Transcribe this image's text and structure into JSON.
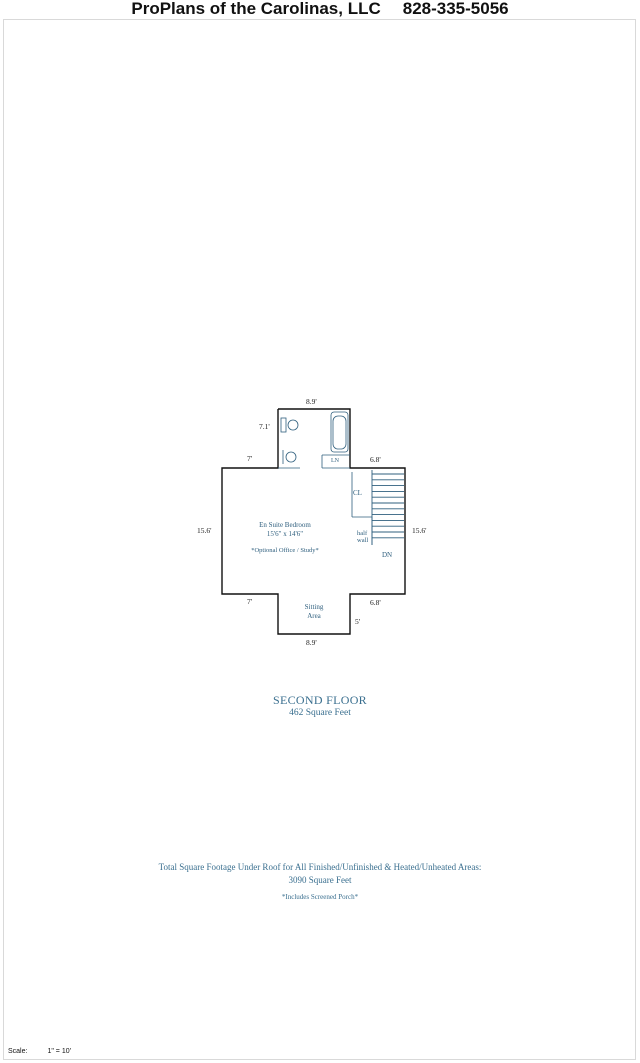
{
  "header": {
    "company": "ProPlans of the Carolinas, LLC",
    "phone": "828-335-5056"
  },
  "plan": {
    "dims": {
      "top": "8.9'",
      "bath_side": "7.1'",
      "left_top": "7'",
      "right_top": "6.8'",
      "left": "15.6'",
      "right": "15.6'",
      "left_bottom": "7'",
      "right_bottom": "6.8'",
      "bottom_side": "5'",
      "bottom": "8.9'"
    },
    "labels": {
      "linen": "LN",
      "closet": "CL",
      "bedroom_name": "En Suite Bedroom",
      "bedroom_size": "15'6\" x 14'6\"",
      "optional": "*Optional Office / Study*",
      "half_wall_1": "half",
      "half_wall_2": "wall",
      "down": "DN",
      "sitting_1": "Sitting",
      "sitting_2": "Area"
    }
  },
  "floor": {
    "name": "SECOND FLOOR",
    "area": "462 Square Feet"
  },
  "totals": {
    "line1": "Total Square Footage Under Roof for All Finished/Unfinished & Heated/Unheated Areas:",
    "line2": "3090 Square Feet",
    "note": "*Includes Screened Porch*"
  },
  "scale": {
    "label": "Scale:",
    "value": "1\" = 10'"
  },
  "colors": {
    "accent": "#3a6f8f",
    "wall": "#111111"
  }
}
